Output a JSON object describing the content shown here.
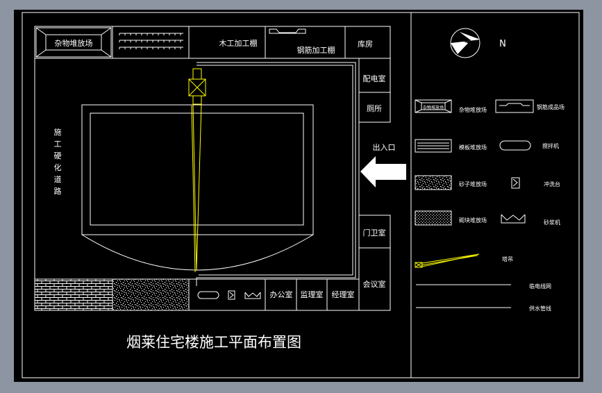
{
  "drawing": {
    "title": "烟莱住宅楼施工平面布置图",
    "rooms": {
      "sundries_yard": "杂物堆放场",
      "carpentry_shed": "木工加工棚",
      "rebar_shed": "钢筋加工棚",
      "warehouse": "库房",
      "power_room": "配电室",
      "toilet": "厕所",
      "entrance": "出入口",
      "gate_room": "门卫室",
      "meeting_room": "会议室",
      "office": "办公室",
      "supervision_room": "监理室",
      "manager_room": "经理室"
    },
    "road_label": [
      "施",
      "工",
      "硬",
      "化",
      "道",
      "路"
    ],
    "north_label": "N"
  },
  "legend": {
    "items": [
      {
        "label": "杂物堆放场",
        "symbol_text": "杂物堆放场"
      },
      {
        "label": "钢筋成品场"
      },
      {
        "label": "模板堆放场"
      },
      {
        "label": "搅拌机"
      },
      {
        "label": "砂子堆放场"
      },
      {
        "label": "冲洗台"
      },
      {
        "label": "砌块堆放场"
      },
      {
        "label": "砂浆机"
      },
      {
        "label": "塔吊"
      },
      {
        "label": "临电线网"
      },
      {
        "label": "供水管线"
      }
    ]
  },
  "colors": {
    "background": "#000000",
    "lines": "#ffffff",
    "crane": "#ffff00",
    "frame": "#8d94a2"
  }
}
